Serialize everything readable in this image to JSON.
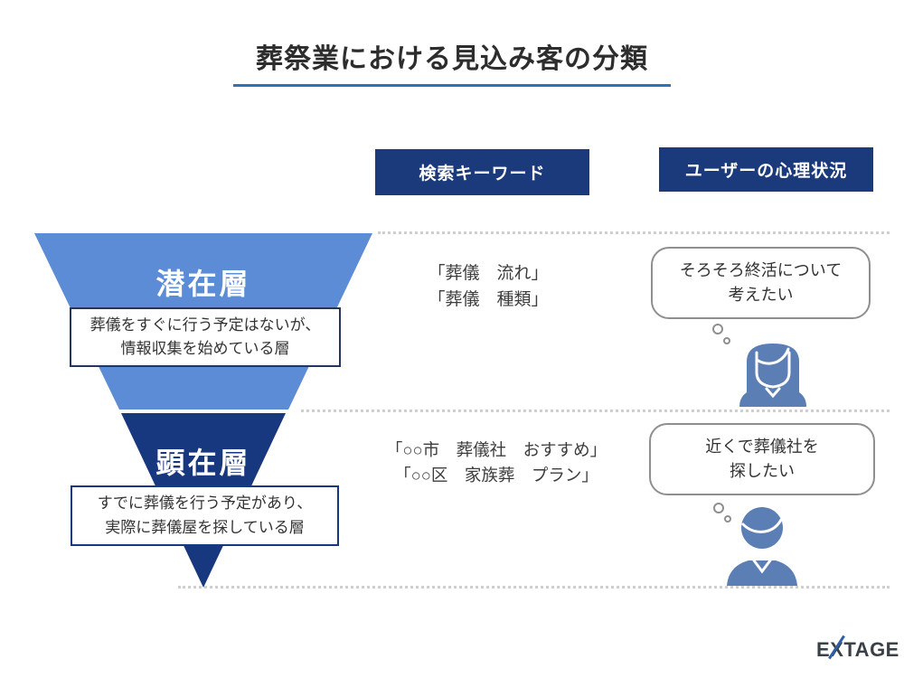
{
  "title": "葬祭業における見込み客の分類",
  "column_headers": {
    "search_keywords": "検索キーワード",
    "user_psychology": "ユーザーの心理状況"
  },
  "funnel": {
    "layers": [
      {
        "name": "潜在層",
        "description": [
          "葬儀をすぐに行う予定はないが、",
          "情報収集を始めている層"
        ],
        "search_keywords": [
          "「葬儀　流れ」",
          "「葬儀　種類」"
        ],
        "thought": [
          "そろそろ終活について",
          "考えたい"
        ],
        "persona": "woman-icon"
      },
      {
        "name": "顕在層",
        "description": [
          "すでに葬儀を行う予定があり、",
          "実際に葬儀屋を探している層"
        ],
        "search_keywords": [
          "「○○市　葬儀社　おすすめ」",
          "「○○区　家族葬　プラン」"
        ],
        "thought": [
          "近くで葬儀社を",
          "探したい"
        ],
        "persona": "man-icon"
      }
    ]
  },
  "logo": {
    "text": "EXTAGE",
    "part_e": "E",
    "part_x": "X",
    "part_rest": "TAGE"
  },
  "colors": {
    "funnel_light": "#5B8CD5",
    "funnel_dark": "#17387E",
    "header_bg": "#1A3A7C",
    "accent_underline": "#2E74B5",
    "person": "#5B7EB5",
    "bubble_border": "#8f8f8f",
    "logo_accent": "#2E5FA3"
  }
}
